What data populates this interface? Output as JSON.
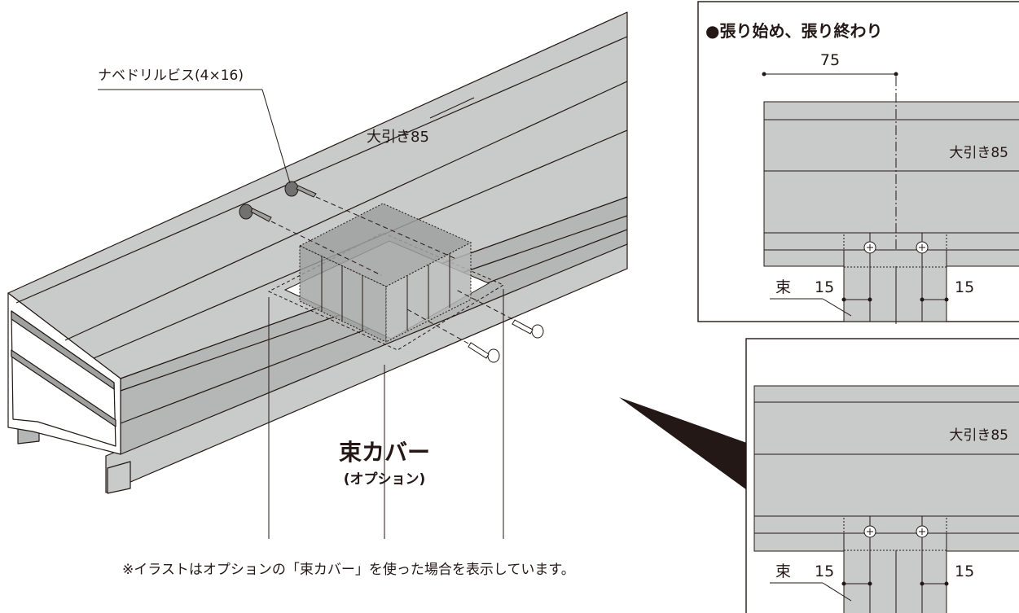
{
  "main_figure": {
    "screw_label": "ナベドリルビス(4×16)",
    "beam_label": "大引き85",
    "cover_title": "束カバー",
    "cover_subtitle": "(オプション)"
  },
  "footnote": "※イラストはオプションの「束カバー」を使った場合を表示しています。",
  "detail_top": {
    "heading": "●張り始め、張り終わり",
    "spacing_label": "75",
    "beam_label": "大引き85",
    "post_label": "束",
    "left_offset_label": "15",
    "right_offset_label": "15"
  },
  "detail_bottom": {
    "beam_label": "大引き85",
    "post_label": "束",
    "left_offset_label": "15",
    "right_offset_label": "15"
  },
  "colors": {
    "beam_fill": "#c9caca",
    "beam_dark": "#b5b6b6",
    "cover_fill": "#9fa0a0",
    "line": "#231815"
  }
}
